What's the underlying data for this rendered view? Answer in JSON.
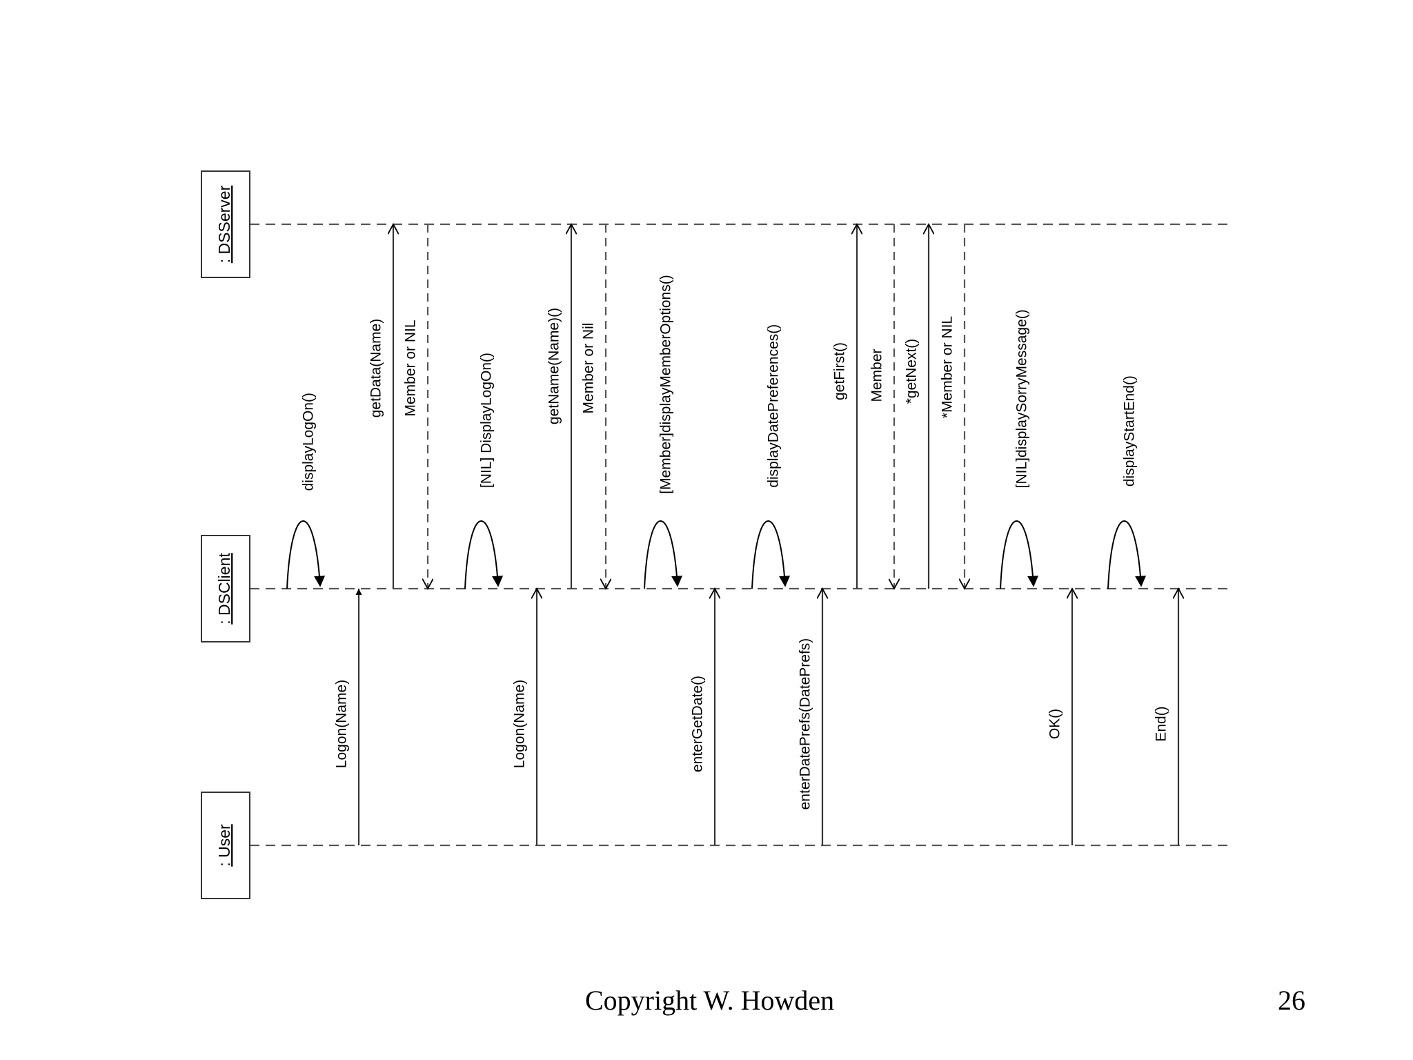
{
  "lifelines": [
    {
      "id": "server",
      "label": ": DSServer"
    },
    {
      "id": "client",
      "label": ": DSClient"
    },
    {
      "id": "user",
      "label": ": User"
    }
  ],
  "messages": [
    {
      "kind": "self",
      "label": "displayLogOn()"
    },
    {
      "kind": "call",
      "from": "user",
      "to": "client",
      "label": "Logon(Name)"
    },
    {
      "kind": "call",
      "from": "client",
      "to": "server",
      "label": "getData(Name)"
    },
    {
      "kind": "return",
      "from": "server",
      "to": "client",
      "label": "Member or NIL"
    },
    {
      "kind": "self",
      "label": "[NIL] DisplayLogOn()"
    },
    {
      "kind": "call",
      "from": "user",
      "to": "client",
      "label": "Logon(Name)"
    },
    {
      "kind": "call",
      "from": "client",
      "to": "server",
      "label": "getName(Name)()"
    },
    {
      "kind": "return",
      "from": "server",
      "to": "client",
      "label": "Member or Nil"
    },
    {
      "kind": "self",
      "label": "[Member]displayMemberOptions()"
    },
    {
      "kind": "call",
      "from": "user",
      "to": "client",
      "label": "enterGetDate()"
    },
    {
      "kind": "self",
      "label": "displayDatePreferences()"
    },
    {
      "kind": "call",
      "from": "user",
      "to": "client",
      "label": "enterDatePrefs(DatePrefs)"
    },
    {
      "kind": "call",
      "from": "client",
      "to": "server",
      "label": "getFirst()"
    },
    {
      "kind": "return",
      "from": "server",
      "to": "client",
      "label": "Member"
    },
    {
      "kind": "call",
      "from": "client",
      "to": "server",
      "label": "*getNext()"
    },
    {
      "kind": "return",
      "from": "server",
      "to": "client",
      "label": "*Member or NIL"
    },
    {
      "kind": "self",
      "label": "[NIL]displaySorryMessage()"
    },
    {
      "kind": "call",
      "from": "user",
      "to": "client",
      "label": "OK()"
    },
    {
      "kind": "self",
      "label": "displayStartEnd()"
    },
    {
      "kind": "call",
      "from": "user",
      "to": "client",
      "label": "End()"
    }
  ],
  "footer": {
    "copyright": "Copyright W. Howden",
    "page_number": "26"
  }
}
